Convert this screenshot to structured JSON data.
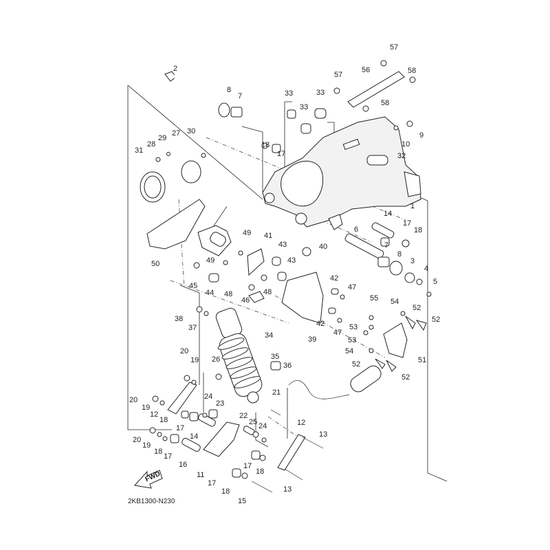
{
  "diagram": {
    "title": "Rear Arm & Suspension",
    "diagram_code": "2KB1300-N230",
    "fwd_label": "FWD",
    "callouts": [
      {
        "id": "c1",
        "num": "1",
        "part": "swingarm"
      },
      {
        "id": "c2",
        "num": "2",
        "part": "pivot-shaft"
      },
      {
        "id": "c3",
        "num": "3",
        "part": "pivot-nut"
      },
      {
        "id": "c4",
        "num": "4",
        "part": "washer-plate"
      },
      {
        "id": "c5",
        "num": "5",
        "part": "bolt"
      },
      {
        "id": "c6",
        "num": "6",
        "part": "shaft"
      },
      {
        "id": "c7a",
        "num": "7",
        "part": "bearing"
      },
      {
        "id": "c7b",
        "num": "7",
        "part": "bearing"
      },
      {
        "id": "c8a",
        "num": "8",
        "part": "oil-seal"
      },
      {
        "id": "c8b",
        "num": "8",
        "part": "oil-seal"
      },
      {
        "id": "c9",
        "num": "9",
        "part": "bolt"
      },
      {
        "id": "c10",
        "num": "10",
        "part": "washer"
      },
      {
        "id": "c11",
        "num": "11",
        "part": "relay-arm"
      },
      {
        "id": "c12a",
        "num": "12",
        "part": "connecting-rod"
      },
      {
        "id": "c12b",
        "num": "12",
        "part": "connecting-rod"
      },
      {
        "id": "c13a",
        "num": "13",
        "part": "bolt"
      },
      {
        "id": "c13b",
        "num": "13",
        "part": "bolt"
      },
      {
        "id": "c14a",
        "num": "14",
        "part": "collar"
      },
      {
        "id": "c14b",
        "num": "14",
        "part": "collar"
      },
      {
        "id": "c15",
        "num": "15",
        "part": "bolt"
      },
      {
        "id": "c16",
        "num": "16",
        "part": "collar"
      },
      {
        "id": "c17a",
        "num": "17",
        "part": "bearing"
      },
      {
        "id": "c17b",
        "num": "17",
        "part": "bearing"
      },
      {
        "id": "c17c",
        "num": "17",
        "part": "bearing"
      },
      {
        "id": "c17d",
        "num": "17",
        "part": "bearing"
      },
      {
        "id": "c17e",
        "num": "17",
        "part": "bearing"
      },
      {
        "id": "c17f",
        "num": "17",
        "part": "bearing"
      },
      {
        "id": "c18a",
        "num": "18",
        "part": "oil-seal"
      },
      {
        "id": "c18b",
        "num": "18",
        "part": "oil-seal"
      },
      {
        "id": "c18c",
        "num": "18",
        "part": "oil-seal"
      },
      {
        "id": "c18d",
        "num": "18",
        "part": "oil-seal"
      },
      {
        "id": "c18e",
        "num": "18",
        "part": "oil-seal"
      },
      {
        "id": "c18f",
        "num": "18",
        "part": "oil-seal"
      },
      {
        "id": "c19a",
        "num": "19",
        "part": "washer"
      },
      {
        "id": "c19b",
        "num": "19",
        "part": "washer"
      },
      {
        "id": "c19c",
        "num": "19",
        "part": "washer"
      },
      {
        "id": "c20a",
        "num": "20",
        "part": "nut"
      },
      {
        "id": "c20b",
        "num": "20",
        "part": "nut"
      },
      {
        "id": "c20c",
        "num": "20",
        "part": "nut"
      },
      {
        "id": "c21",
        "num": "21",
        "part": "bolt"
      },
      {
        "id": "c22",
        "num": "22",
        "part": "collar"
      },
      {
        "id": "c23",
        "num": "23",
        "part": "bushing"
      },
      {
        "id": "c24a",
        "num": "24",
        "part": "seal"
      },
      {
        "id": "c24b",
        "num": "24",
        "part": "seal"
      },
      {
        "id": "c25",
        "num": "25",
        "part": "bushing"
      },
      {
        "id": "c26",
        "num": "26",
        "part": "nut"
      },
      {
        "id": "c27",
        "num": "27",
        "part": "cover"
      },
      {
        "id": "c28",
        "num": "28",
        "part": "screw"
      },
      {
        "id": "c29",
        "num": "29",
        "part": "washer"
      },
      {
        "id": "c30",
        "num": "30",
        "part": "nut"
      },
      {
        "id": "c31",
        "num": "31",
        "part": "boot"
      },
      {
        "id": "c32",
        "num": "32",
        "part": "cap"
      },
      {
        "id": "c33a",
        "num": "33",
        "part": "cap"
      },
      {
        "id": "c33b",
        "num": "33",
        "part": "cap"
      },
      {
        "id": "c33c",
        "num": "33",
        "part": "cap"
      },
      {
        "id": "c34",
        "num": "34",
        "part": "rear-shock-absorber-assy"
      },
      {
        "id": "c35",
        "num": "35",
        "part": "collar"
      },
      {
        "id": "c36",
        "num": "36",
        "part": "bolt"
      },
      {
        "id": "c37",
        "num": "37",
        "part": "washer"
      },
      {
        "id": "c38",
        "num": "38",
        "part": "nut"
      },
      {
        "id": "c39",
        "num": "39",
        "part": "bracket"
      },
      {
        "id": "c40",
        "num": "40",
        "part": "nut"
      },
      {
        "id": "c41",
        "num": "41",
        "part": "stay"
      },
      {
        "id": "c42a",
        "num": "42",
        "part": "collar"
      },
      {
        "id": "c42b",
        "num": "42",
        "part": "collar"
      },
      {
        "id": "c43a",
        "num": "43",
        "part": "damper"
      },
      {
        "id": "c43b",
        "num": "43",
        "part": "damper"
      },
      {
        "id": "c44",
        "num": "44",
        "part": "damper"
      },
      {
        "id": "c45",
        "num": "45",
        "part": "bolt"
      },
      {
        "id": "c46",
        "num": "46",
        "part": "clamp"
      },
      {
        "id": "c47a",
        "num": "47",
        "part": "bolt"
      },
      {
        "id": "c47b",
        "num": "47",
        "part": "bolt"
      },
      {
        "id": "c48a",
        "num": "48",
        "part": "bolt"
      },
      {
        "id": "c48b",
        "num": "48",
        "part": "bolt"
      },
      {
        "id": "c49a",
        "num": "49",
        "part": "washer"
      },
      {
        "id": "c49b",
        "num": "49",
        "part": "washer"
      },
      {
        "id": "c50",
        "num": "50",
        "part": "cover"
      },
      {
        "id": "c51",
        "num": "51",
        "part": "bracket"
      },
      {
        "id": "c52a",
        "num": "52",
        "part": "clamp"
      },
      {
        "id": "c52b",
        "num": "52",
        "part": "clamp"
      },
      {
        "id": "c52c",
        "num": "52",
        "part": "clamp"
      },
      {
        "id": "c52d",
        "num": "52",
        "part": "clamp"
      },
      {
        "id": "c53a",
        "num": "53",
        "part": "bolt"
      },
      {
        "id": "c53b",
        "num": "53",
        "part": "bolt"
      },
      {
        "id": "c54a",
        "num": "54",
        "part": "washer"
      },
      {
        "id": "c54b",
        "num": "54",
        "part": "washer"
      },
      {
        "id": "c55",
        "num": "55",
        "part": "bolt"
      },
      {
        "id": "c56",
        "num": "56",
        "part": "chain-adjuster-plate"
      },
      {
        "id": "c57a",
        "num": "57",
        "part": "bolt"
      },
      {
        "id": "c57b",
        "num": "57",
        "part": "bolt"
      },
      {
        "id": "c58a",
        "num": "58",
        "part": "nut"
      },
      {
        "id": "c58b",
        "num": "58",
        "part": "nut"
      }
    ]
  }
}
